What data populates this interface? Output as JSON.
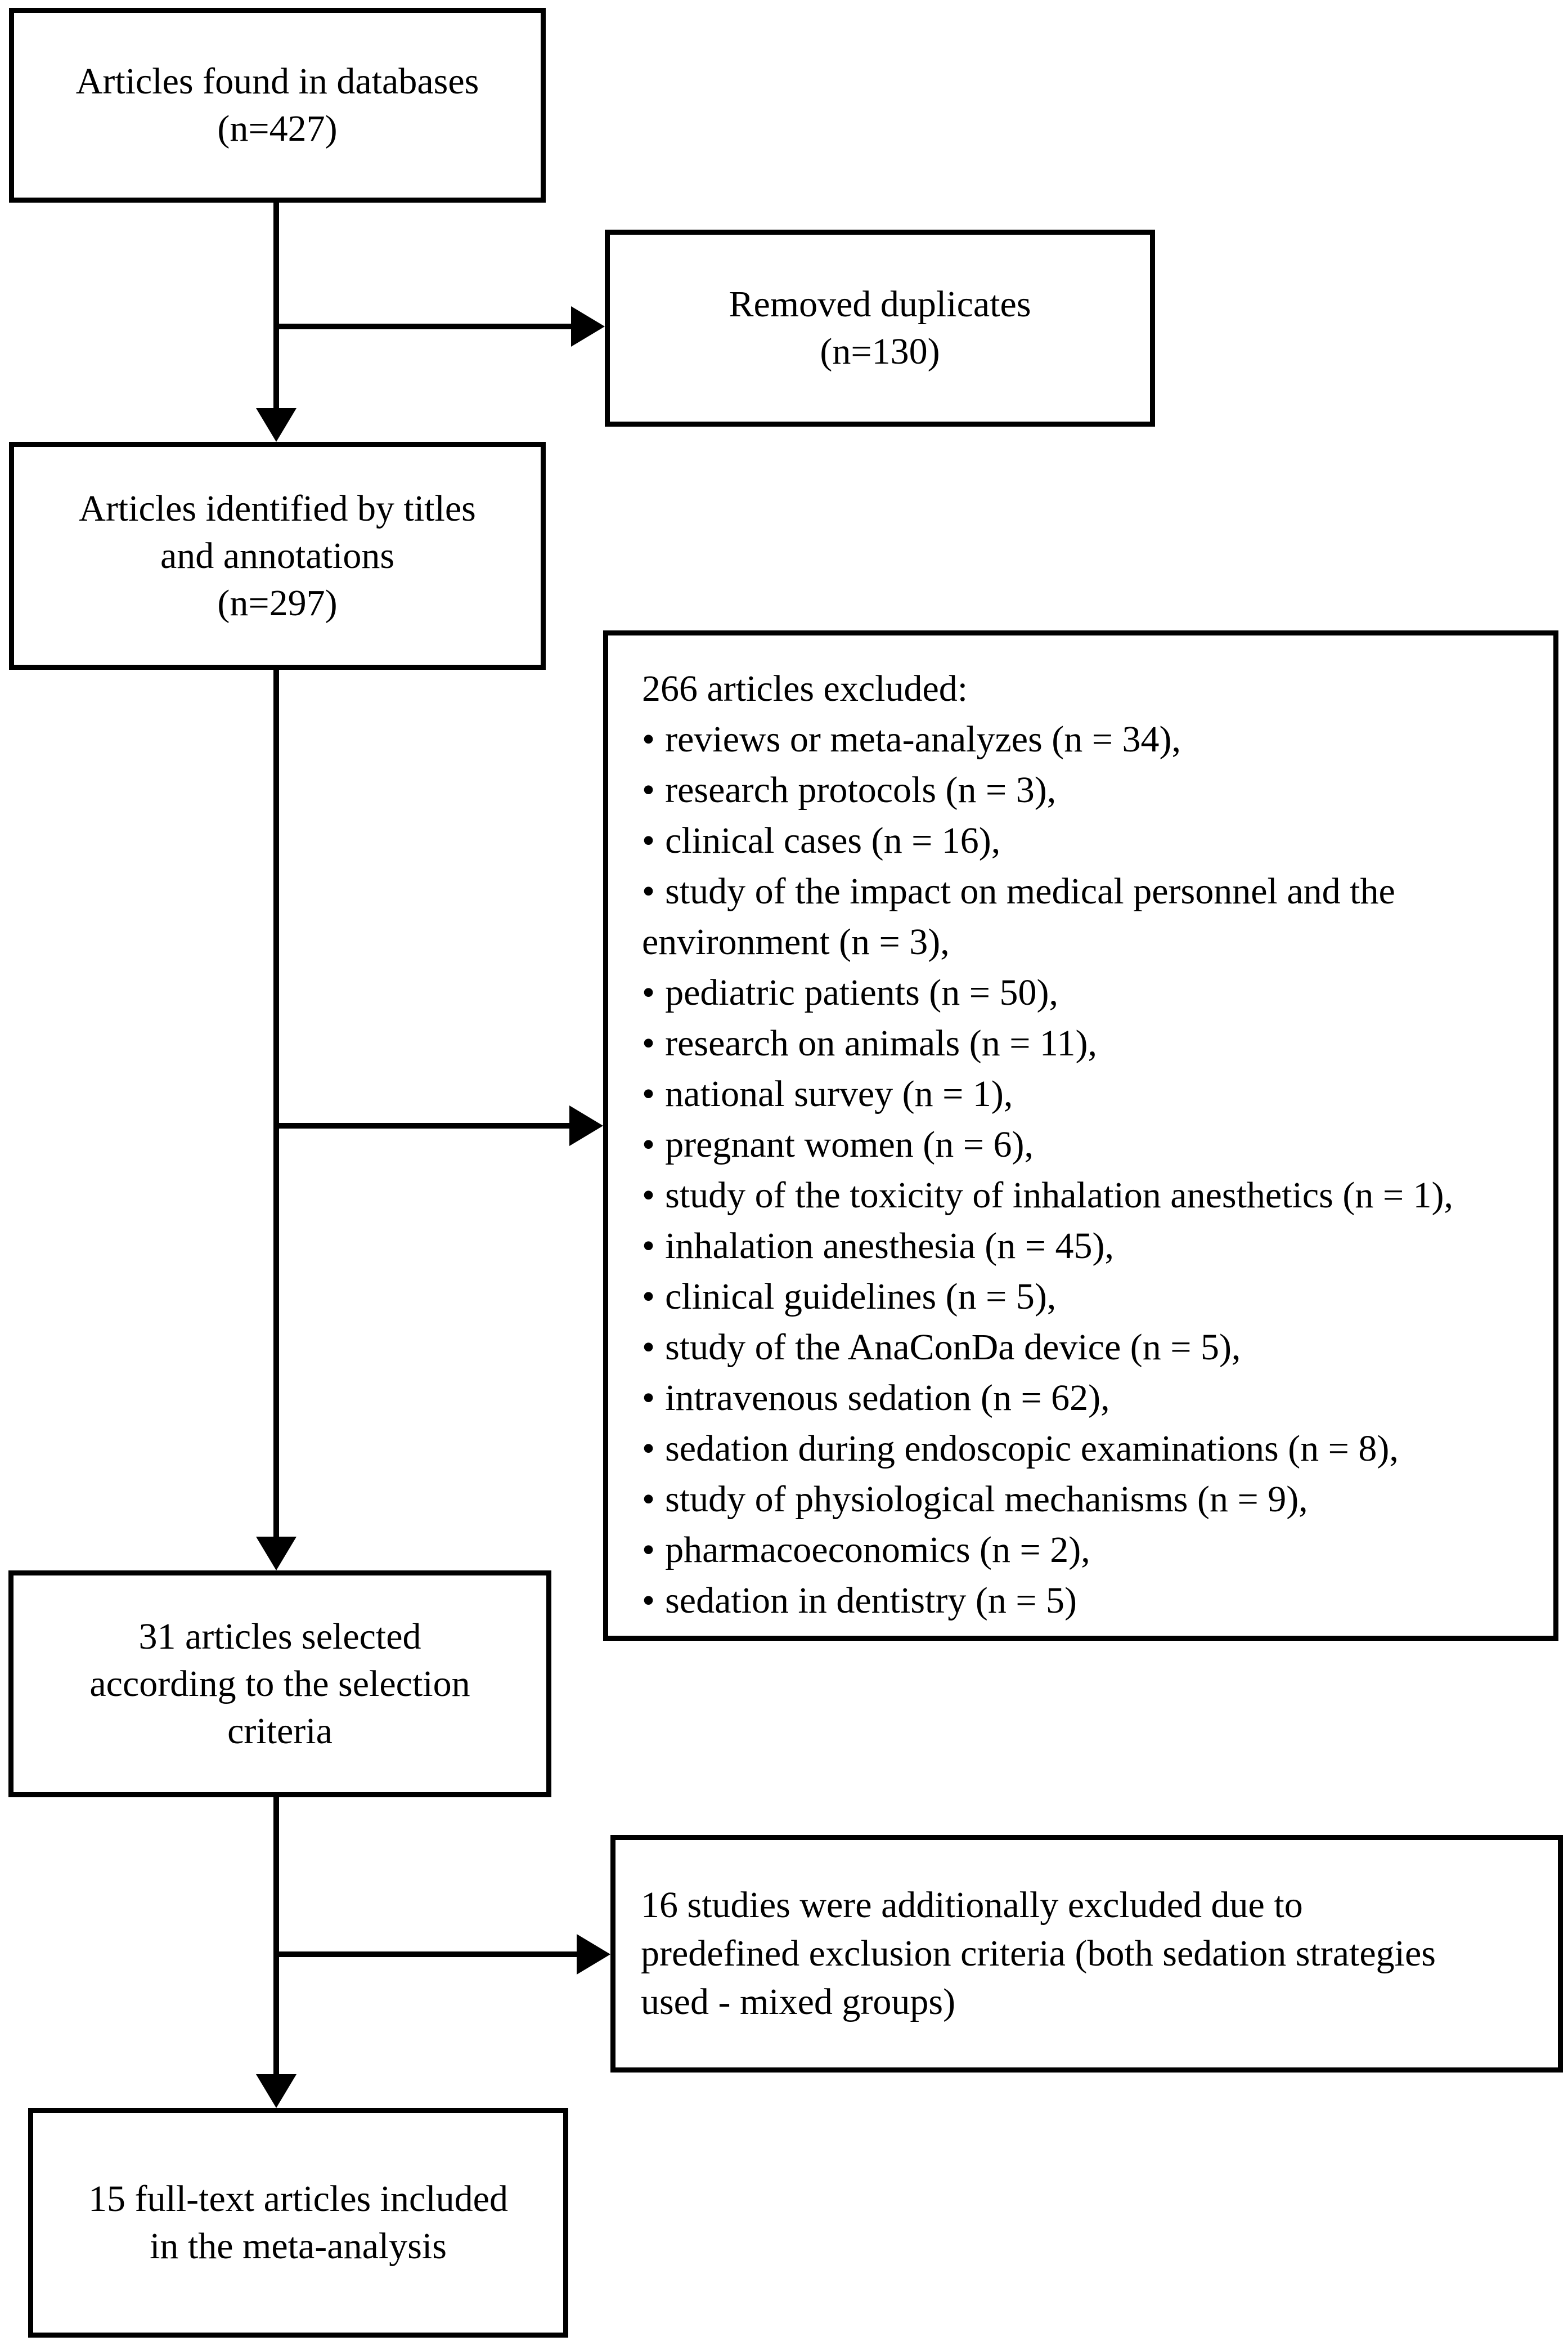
{
  "diagram": {
    "type": "flowchart",
    "bullet": "•",
    "colors": {
      "line": "#000000",
      "text": "#000000",
      "background": "#ffffff"
    },
    "boxes": {
      "found": {
        "lines": [
          "Articles found in databases",
          "(n=427)"
        ]
      },
      "duplicates": {
        "lines": [
          "Removed duplicates",
          "(n=130)"
        ]
      },
      "identified": {
        "lines": [
          "Articles identified by titles",
          "and annotations",
          "(n=297)"
        ]
      },
      "excluded": {
        "heading": "266 articles excluded:",
        "items": [
          "reviews or meta-analyzes (n = 34),",
          "research protocols (n = 3),",
          "clinical cases (n = 16),",
          "study of the impact on medical personnel and the environment (n = 3),",
          "pediatric patients (n = 50),",
          "research on animals (n = 11),",
          "national survey (n = 1),",
          "pregnant women (n = 6),",
          "study of the toxicity of inhalation anesthetics (n = 1),",
          "inhalation anesthesia (n = 45),",
          "clinical guidelines (n = 5),",
          "study of the AnaConDa device (n = 5),",
          "intravenous sedation (n = 62),",
          "sedation during endoscopic examinations (n = 8),",
          "study of physiological mechanisms (n = 9),",
          "pharmacoeconomics (n = 2),",
          "sedation in dentistry (n = 5)"
        ]
      },
      "selected": {
        "lines": [
          "31 articles selected",
          "according to the selection",
          "criteria"
        ]
      },
      "additionallyExcluded": {
        "lines": [
          "16 studies were additionally excluded due to",
          "predefined exclusion criteria (both sedation strategies",
          "used - mixed groups)"
        ]
      },
      "included": {
        "lines": [
          "15 full-text articles included",
          "in the meta-analysis"
        ]
      }
    }
  }
}
